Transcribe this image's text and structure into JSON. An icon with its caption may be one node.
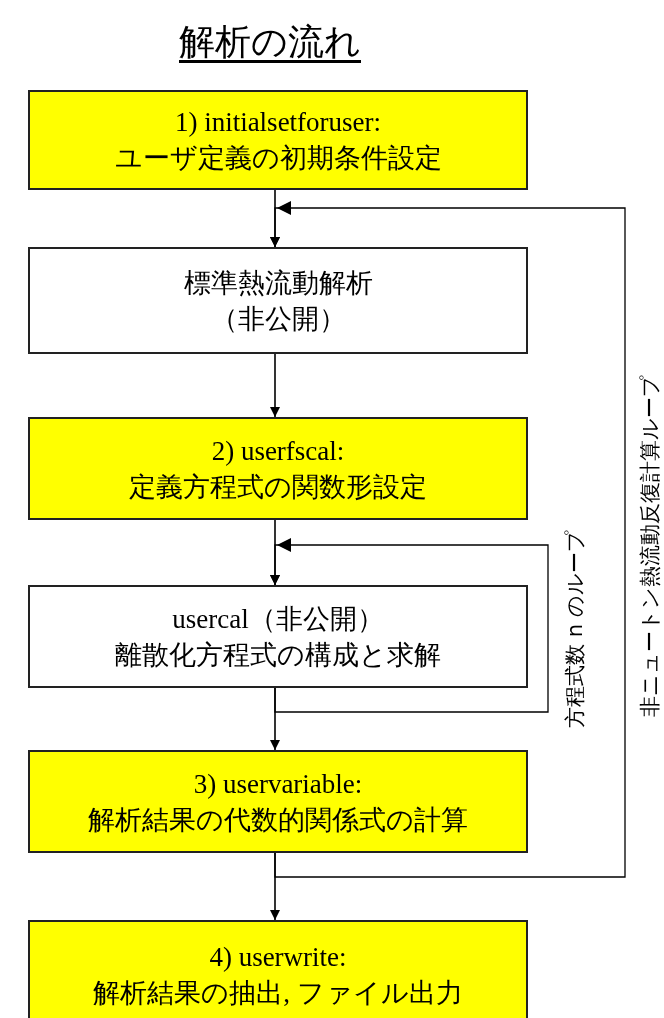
{
  "diagram": {
    "title": "解析の流れ",
    "nodes": [
      {
        "text": [
          "1) initialsetforuser:",
          "ユーザ定義の初期条件設定"
        ]
      },
      {
        "text": [
          "標準熱流動解析",
          "（非公開）"
        ]
      },
      {
        "text": [
          "2) userfscal:",
          "定義方程式の関数形設定"
        ]
      },
      {
        "text": [
          "usercal（非公開）",
          "離散化方程式の構成と求解"
        ]
      },
      {
        "text": [
          "3) uservariable:",
          "解析結果の代数的関係式の計算"
        ]
      },
      {
        "text": [
          "4) userwrite:",
          "解析結果の抽出, ファイル出力"
        ]
      }
    ],
    "edges": [
      {
        "from": 0,
        "to": 1,
        "arrow": "to"
      },
      {
        "from": 1,
        "to": 2,
        "arrow": "to"
      },
      {
        "from": 2,
        "to": 3,
        "arrow": "to"
      },
      {
        "from": 3,
        "to": 4,
        "arrow": "to"
      },
      {
        "from": 4,
        "to": 5,
        "arrow": "to"
      },
      {
        "from": 3,
        "to": 3,
        "arrow": "to",
        "label": "方程式数 n のループ"
      },
      {
        "from": 4,
        "to": 1,
        "arrow": "to",
        "label": "非ニュートン熱流動反復計算ループ"
      }
    ]
  }
}
